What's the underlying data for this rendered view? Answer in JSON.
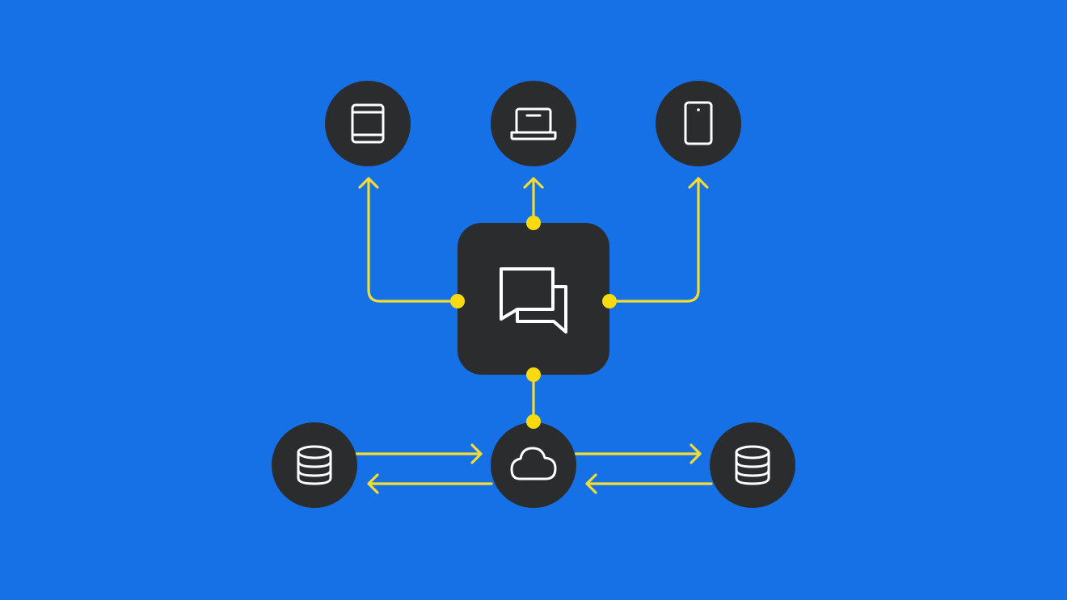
{
  "colors": {
    "background": "#1670E6",
    "node_fill": "#2B2C2E",
    "icon_stroke": "#FFFFFF",
    "connector": "#F3DC33",
    "connector_dot": "#F9D90F"
  },
  "nodes": {
    "hub": {
      "icon": "chat-bubbles-icon"
    },
    "tablet": {
      "icon": "tablet-icon"
    },
    "laptop": {
      "icon": "laptop-icon"
    },
    "phone": {
      "icon": "smartphone-icon"
    },
    "cloud": {
      "icon": "cloud-icon"
    },
    "database_left": {
      "icon": "database-icon"
    },
    "database_right": {
      "icon": "database-icon"
    }
  },
  "edges": [
    {
      "from": "hub",
      "to": "tablet",
      "direction": "one-way"
    },
    {
      "from": "hub",
      "to": "laptop",
      "direction": "one-way"
    },
    {
      "from": "hub",
      "to": "phone",
      "direction": "one-way"
    },
    {
      "from": "hub",
      "to": "cloud",
      "direction": "link"
    },
    {
      "from": "database_left",
      "to": "cloud",
      "direction": "two-way"
    },
    {
      "from": "cloud",
      "to": "database_right",
      "direction": "two-way"
    }
  ]
}
